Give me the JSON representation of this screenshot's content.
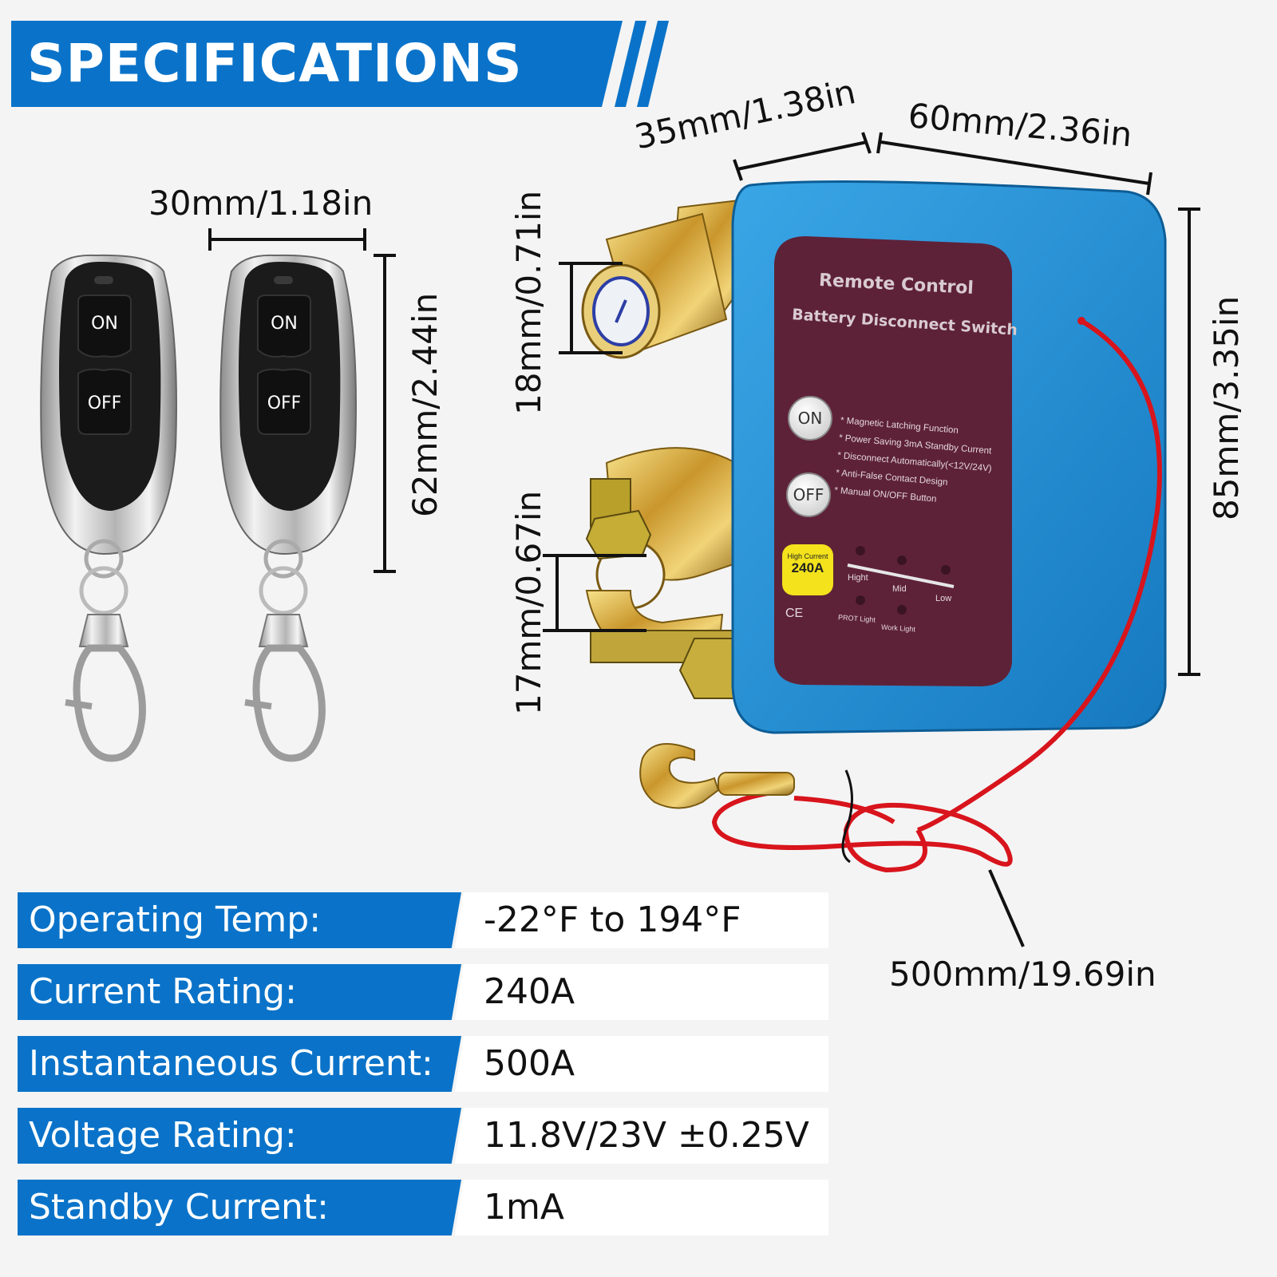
{
  "header": {
    "title": "SPECIFICATIONS"
  },
  "dimensions": {
    "remote_width": "30mm/1.18in",
    "remote_height": "62mm/2.44in",
    "post_diameter": "18mm/0.71in",
    "clamp_size": "17mm/0.67in",
    "depth": "35mm/1.38in",
    "width": "60mm/2.36in",
    "height": "85mm/3.35in",
    "cable_length": "500mm/19.69in"
  },
  "remote": {
    "on_label": "ON",
    "off_label": "OFF"
  },
  "device": {
    "title_line1": "Remote Control",
    "title_line2": "Battery Disconnect Switch",
    "on_label": "ON",
    "off_label": "OFF",
    "features": [
      "* Magnetic Latching Function",
      "* Power Saving 3mA Standby Current",
      "* Disconnect Automatically(<12V/24V)",
      "* Anti-False Contact Design",
      "* Manual ON/OFF Button"
    ],
    "badge_line1": "High Current",
    "badge_line2": "240A",
    "level_high": "Hight",
    "level_mid": "Mid",
    "level_low": "Low",
    "prot_light": "PROT Light",
    "work_light": "Work Light",
    "ce_mark": "CE"
  },
  "specs": [
    {
      "label": "Operating Temp:",
      "value": "-22°F to 194°F"
    },
    {
      "label": "Current Rating:",
      "value": "240A"
    },
    {
      "label": "Instantaneous Current:",
      "value": "500A"
    },
    {
      "label": "Voltage Rating:",
      "value": "11.8V/23V ±0.25V"
    },
    {
      "label": "Standby Current:",
      "value": "1mA"
    }
  ],
  "colors": {
    "accent_blue": "#0a73c9",
    "device_blue": "#1e90d6",
    "panel": "#5e2238",
    "cable_red": "#d8141c"
  }
}
